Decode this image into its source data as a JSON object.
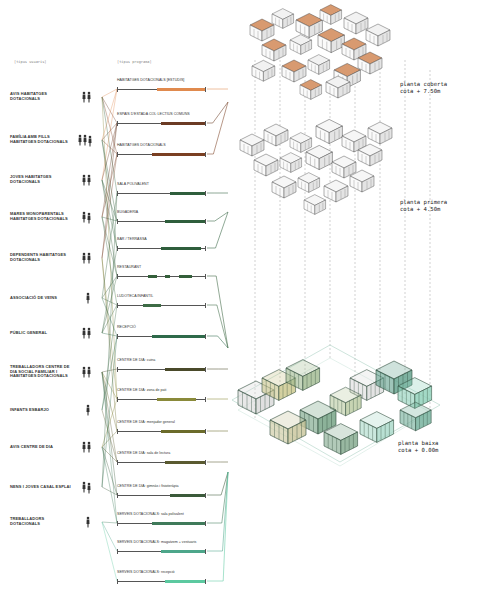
{
  "diagram": {
    "nodes": [
      {
        "text": [
          "AVIS HABITATGES DOTACIONALS"
        ]
      },
      {
        "text": [
          "FAMÍLIA AMB FILLS HABITATGES DOTACIONALS"
        ]
      },
      {
        "text": [
          "JOVES HABITATGES DOTACIONALS"
        ]
      },
      {
        "text": [
          "MARES MONOPARENTALS HABITATGES DOTACIONALS"
        ]
      },
      {
        "text": [
          "DEPENDENTS HABITATGES DOTACIONALS"
        ]
      },
      {
        "text": [
          "ASSOCIACIÓ DE VEÏNS"
        ]
      },
      {
        "text": [
          "PÚBLIC GENERAL"
        ]
      },
      {
        "text": [
          "TREBALLADORS CENTRE DE DIA SOCIAL FAMILIAR I HABITATGES DOTACIONALS"
        ]
      },
      {
        "text": [
          "INFANTS ESBARJO"
        ]
      },
      {
        "text": [
          "AVIS CENTRE DE DIA"
        ]
      },
      {
        "text": [
          "NENS I JOVES CASAL ESPLAI"
        ]
      },
      {
        "text": [
          "TREBALLADORS DOTACIONALS"
        ]
      },
      {
        "text": [
          "HABITATGES DOTACIONALS [ESTUDIS]"
        ]
      },
      {
        "text": [
          "ESPAIS D'ESTADA COL·LECTIUS COMUNS"
        ]
      },
      {
        "text": [
          "HABITATGES DOTACIONALS"
        ]
      },
      {
        "text": [
          "SALA POLIVALENT"
        ]
      },
      {
        "text": [
          "BUGADERIA"
        ]
      },
      {
        "text": [
          "BAR / TERRASSA"
        ]
      },
      {
        "text": [
          "RESTAURANT"
        ]
      },
      {
        "text": [
          "LUDOTECA INFANTIL"
        ]
      },
      {
        "text": [
          "RECEPCIÓ"
        ]
      },
      {
        "text": [
          "CENTRE DE DIA: cuina"
        ]
      },
      {
        "text": [
          "CENTRE DE DIA: zona de pati"
        ]
      },
      {
        "text": [
          "CENTRE DE DIA: menjador general"
        ]
      },
      {
        "text": [
          "CENTRE DE DIA: sala de lectura"
        ]
      },
      {
        "text": [
          "CENTRE DE DIA: gimnàs i fisioteràpia"
        ]
      },
      {
        "text": [
          "SERVEIS DOTACIONALS: sala polivalent"
        ]
      },
      {
        "text": [
          "SERVEIS DOTACIONALS: magatzem + vestuaris"
        ]
      },
      {
        "text": [
          "SERVEIS DOTACIONALS: recepció"
        ]
      },
      {
        "text": [
          "planta coberta cota + 7.50m"
        ]
      },
      {
        "text": [
          "planta primera cota + 4.50m"
        ]
      },
      {
        "text": [
          "planta baixa cota + 0.00m"
        ]
      }
    ],
    "edges": [
      {
        "from": 0,
        "to": 12,
        "arrow": "none"
      },
      {
        "from": 0,
        "to": 13,
        "arrow": "none"
      },
      {
        "from": 0,
        "to": 14,
        "arrow": "none"
      },
      {
        "from": 0,
        "to": 15,
        "arrow": "none"
      },
      {
        "from": 0,
        "to": 22,
        "arrow": "none"
      },
      {
        "from": 1,
        "to": 12,
        "arrow": "none"
      },
      {
        "from": 1,
        "to": 13,
        "arrow": "none"
      },
      {
        "from": 1,
        "to": 14,
        "arrow": "none"
      },
      {
        "from": 1,
        "to": 16,
        "arrow": "none"
      },
      {
        "from": 1,
        "to": 17,
        "arrow": "none"
      },
      {
        "from": 2,
        "to": 12,
        "arrow": "none"
      },
      {
        "from": 2,
        "to": 13,
        "arrow": "none"
      },
      {
        "from": 2,
        "to": 16,
        "arrow": "none"
      },
      {
        "from": 2,
        "to": 17,
        "arrow": "none"
      },
      {
        "from": 2,
        "to": 18,
        "arrow": "none"
      },
      {
        "from": 3,
        "to": 13,
        "arrow": "none"
      },
      {
        "from": 3,
        "to": 14,
        "arrow": "none"
      },
      {
        "from": 3,
        "to": 16,
        "arrow": "none"
      },
      {
        "from": 3,
        "to": 18,
        "arrow": "none"
      },
      {
        "from": 3,
        "to": 19,
        "arrow": "none"
      },
      {
        "from": 4,
        "to": 13,
        "arrow": "none"
      },
      {
        "from": 4,
        "to": 14,
        "arrow": "none"
      },
      {
        "from": 4,
        "to": 22,
        "arrow": "none"
      },
      {
        "from": 4,
        "to": 23,
        "arrow": "none"
      },
      {
        "from": 5,
        "to": 15,
        "arrow": "none"
      },
      {
        "from": 5,
        "to": 18,
        "arrow": "none"
      },
      {
        "from": 5,
        "to": 19,
        "arrow": "none"
      },
      {
        "from": 5,
        "to": 20,
        "arrow": "none"
      },
      {
        "from": 6,
        "to": 17,
        "arrow": "none"
      },
      {
        "from": 6,
        "to": 18,
        "arrow": "none"
      },
      {
        "from": 6,
        "to": 19,
        "arrow": "none"
      },
      {
        "from": 6,
        "to": 20,
        "arrow": "none"
      },
      {
        "from": 7,
        "to": 21,
        "arrow": "none"
      },
      {
        "from": 7,
        "to": 22,
        "arrow": "none"
      },
      {
        "from": 7,
        "to": 23,
        "arrow": "none"
      },
      {
        "from": 7,
        "to": 24,
        "arrow": "none"
      },
      {
        "from": 7,
        "to": 25,
        "arrow": "none"
      },
      {
        "from": 7,
        "to": 26,
        "arrow": "none"
      },
      {
        "from": 8,
        "to": 19,
        "arrow": "none"
      },
      {
        "from": 8,
        "to": 20,
        "arrow": "none"
      },
      {
        "from": 8,
        "to": 24,
        "arrow": "none"
      },
      {
        "from": 9,
        "to": 22,
        "arrow": "none"
      },
      {
        "from": 9,
        "to": 23,
        "arrow": "none"
      },
      {
        "from": 9,
        "to": 24,
        "arrow": "none"
      },
      {
        "from": 9,
        "to": 25,
        "arrow": "none"
      },
      {
        "from": 9,
        "to": 26,
        "arrow": "none"
      },
      {
        "from": 10,
        "to": 15,
        "arrow": "none"
      },
      {
        "from": 10,
        "to": 20,
        "arrow": "none"
      },
      {
        "from": 10,
        "to": 25,
        "arrow": "none"
      },
      {
        "from": 11,
        "to": 26,
        "arrow": "none"
      },
      {
        "from": 11,
        "to": 27,
        "arrow": "none"
      },
      {
        "from": 11,
        "to": 28,
        "arrow": "none"
      },
      {
        "from": 12,
        "to": 29,
        "arrow": "none"
      },
      {
        "from": 13,
        "to": 29,
        "arrow": "none"
      },
      {
        "from": 14,
        "to": 29,
        "arrow": "none"
      },
      {
        "from": 15,
        "to": 30,
        "arrow": "none"
      },
      {
        "from": 16,
        "to": 30,
        "arrow": "none"
      },
      {
        "from": 17,
        "to": 30,
        "arrow": "none"
      },
      {
        "from": 18,
        "to": 31,
        "arrow": "none"
      },
      {
        "from": 19,
        "to": 31,
        "arrow": "none"
      },
      {
        "from": 20,
        "to": 31,
        "arrow": "none"
      },
      {
        "from": 21,
        "to": 31,
        "arrow": "none"
      },
      {
        "from": 22,
        "to": 31,
        "arrow": "none"
      },
      {
        "from": 23,
        "to": 31,
        "arrow": "none"
      },
      {
        "from": 24,
        "to": 31,
        "arrow": "none"
      },
      {
        "from": 25,
        "to": 31,
        "arrow": "none"
      },
      {
        "from": 26,
        "to": 31,
        "arrow": "none"
      },
      {
        "from": 27,
        "to": 31,
        "arrow": "none"
      },
      {
        "from": 28,
        "to": 31,
        "arrow": "none"
      }
    ],
    "labels": [
      "[tipus usuaris]",
      "[tipus programa]"
    ]
  }
}
